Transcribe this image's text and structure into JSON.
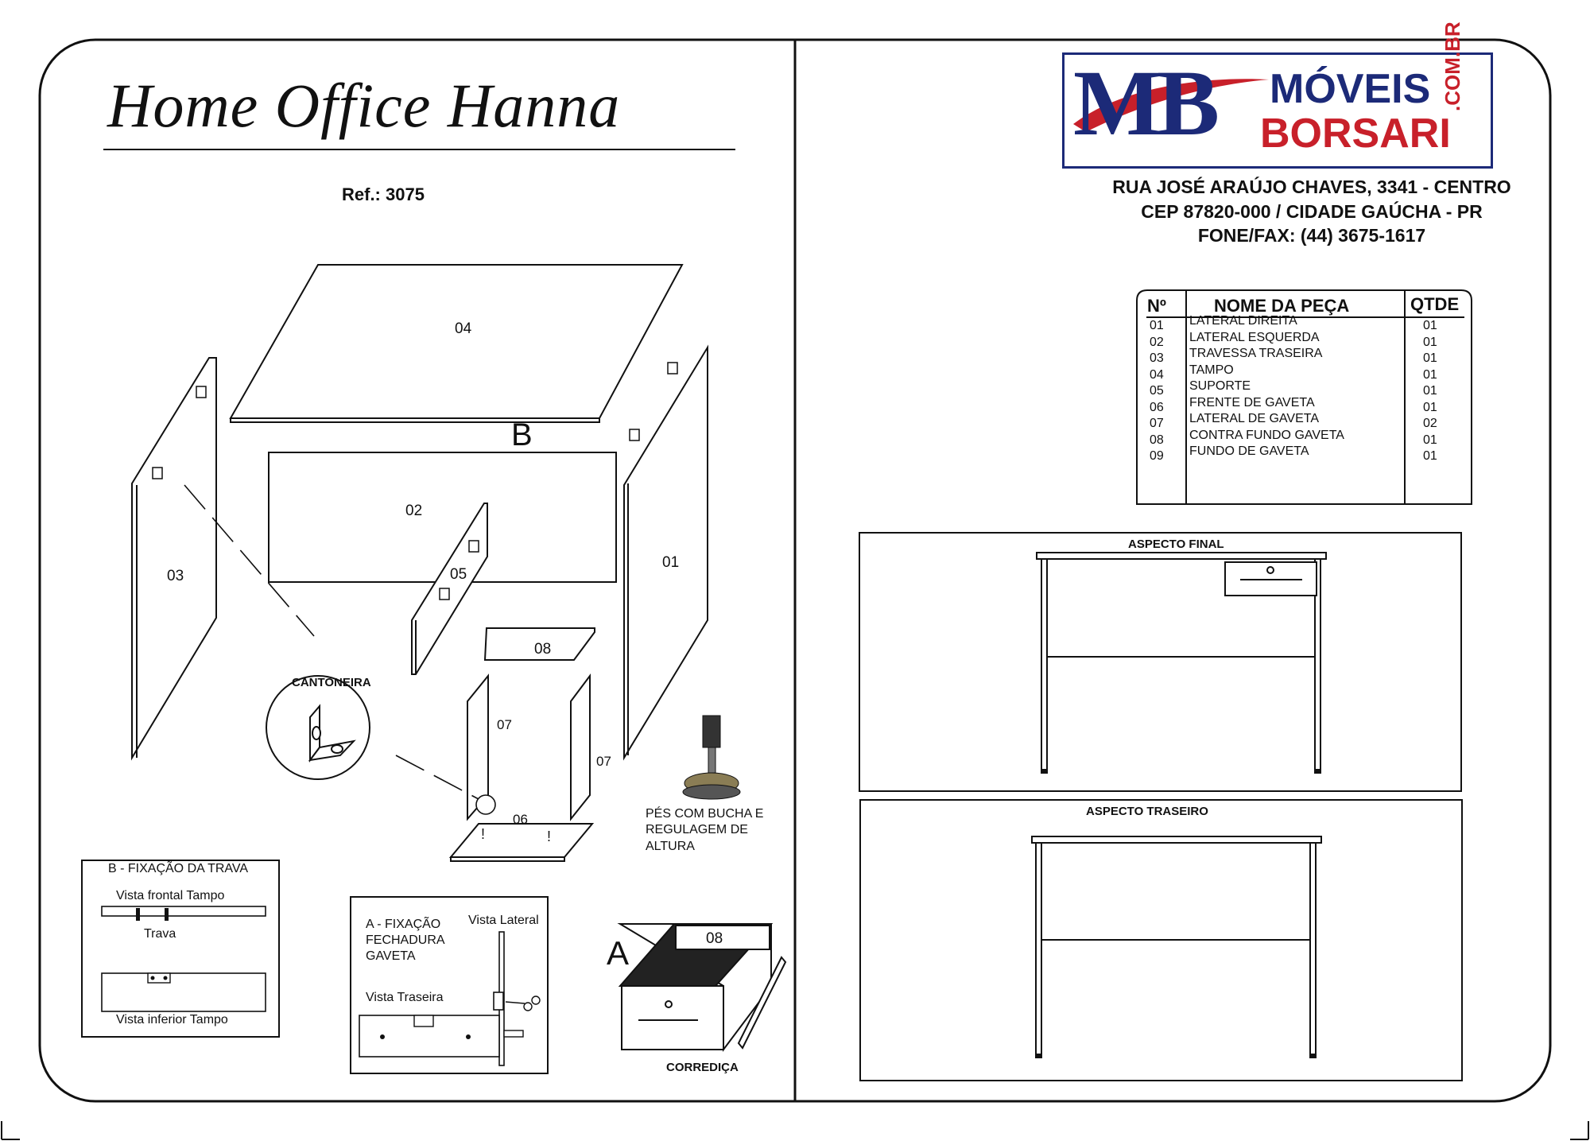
{
  "document": {
    "title": "Home Office Hanna",
    "ref": "Ref.: 3075"
  },
  "company": {
    "logo_mark": "MB",
    "logo_line1": "MÓVEIS",
    "logo_line2": "BORSARI",
    "logo_domain": ".COM.BR",
    "address_line1": "RUA JOSÉ ARAÚJO CHAVES, 3341 - CENTRO",
    "address_line2": "CEP 87820-000 / CIDADE GAÚCHA - PR",
    "phone": "FONE/FAX: (44) 3675-1617",
    "colors": {
      "brand_blue": "#1c2a78",
      "brand_red": "#c8202a"
    }
  },
  "parts_table": {
    "headers": {
      "number": "Nº",
      "name": "NOME DA PEÇA",
      "qty": "QTDE"
    },
    "rows": [
      {
        "n": "01",
        "name": "LATERAL DIREITA",
        "q": "01"
      },
      {
        "n": "02",
        "name": "LATERAL ESQUERDA",
        "q": "01"
      },
      {
        "n": "03",
        "name": "TRAVESSA TRASEIRA",
        "q": "01"
      },
      {
        "n": "04",
        "name": "TAMPO",
        "q": "01"
      },
      {
        "n": "05",
        "name": "SUPORTE",
        "q": "01"
      },
      {
        "n": "06",
        "name": "FRENTE DE GAVETA",
        "q": "01"
      },
      {
        "n": "07",
        "name": "LATERAL DE GAVETA",
        "q": "02"
      },
      {
        "n": "08",
        "name": "CONTRA FUNDO GAVETA",
        "q": "01"
      },
      {
        "n": "09",
        "name": "FUNDO DE GAVETA",
        "q": "01"
      }
    ]
  },
  "views": {
    "final": "ASPECTO FINAL",
    "rear": "ASPECTO TRASEIRO"
  },
  "exploded": {
    "p04": "04",
    "p02": "02",
    "p03": "03",
    "p01": "01",
    "p05": "05",
    "p08": "08",
    "p07a": "07",
    "p07b": "07",
    "p06": "06",
    "letter_b": "B",
    "bracket": "CANTONEIRA",
    "feet_line1": "PÉS COM BUCHA E",
    "feet_line2": "REGULAGEM DE",
    "feet_line3": "ALTURA"
  },
  "detail_b": {
    "title": "B - FIXAÇÃO DA TRAVA",
    "front": "Vista frontal Tampo",
    "lock": "Trava",
    "bottom": "Vista inferior Tampo"
  },
  "detail_a": {
    "title1": "A - FIXAÇÃO",
    "title2": "FECHADURA",
    "title3": "GAVETA",
    "side": "Vista Lateral",
    "rear": "Vista Traseira"
  },
  "drawer": {
    "letter_a": "A",
    "p08": "08",
    "slide": "CORREDIÇA"
  }
}
